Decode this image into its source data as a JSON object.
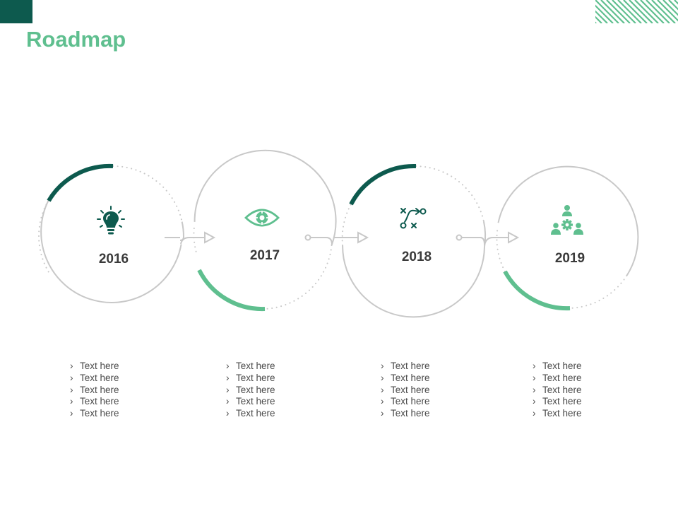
{
  "colors": {
    "accent_dark": "#0d5a4e",
    "accent_light": "#5fbf8f",
    "ring_grey": "#c8c8c8",
    "title": "#5fbf8f"
  },
  "title": "Roadmap",
  "milestones": [
    {
      "year": "2016",
      "icon": "lightbulb-icon",
      "bullets": [
        "Text here",
        "Text here",
        "Text here",
        "Text here",
        "Text here"
      ]
    },
    {
      "year": "2017",
      "icon": "eye-target-icon",
      "bullets": [
        "Text here",
        "Text here",
        "Text here",
        "Text here",
        "Text here"
      ]
    },
    {
      "year": "2018",
      "icon": "strategy-plan-icon",
      "bullets": [
        "Text here",
        "Text here",
        "Text here",
        "Text here",
        "Text here"
      ]
    },
    {
      "year": "2019",
      "icon": "team-gear-icon",
      "bullets": [
        "Text here",
        "Text here",
        "Text here",
        "Text here",
        "Text here"
      ]
    }
  ],
  "bullet_glyph": "›"
}
